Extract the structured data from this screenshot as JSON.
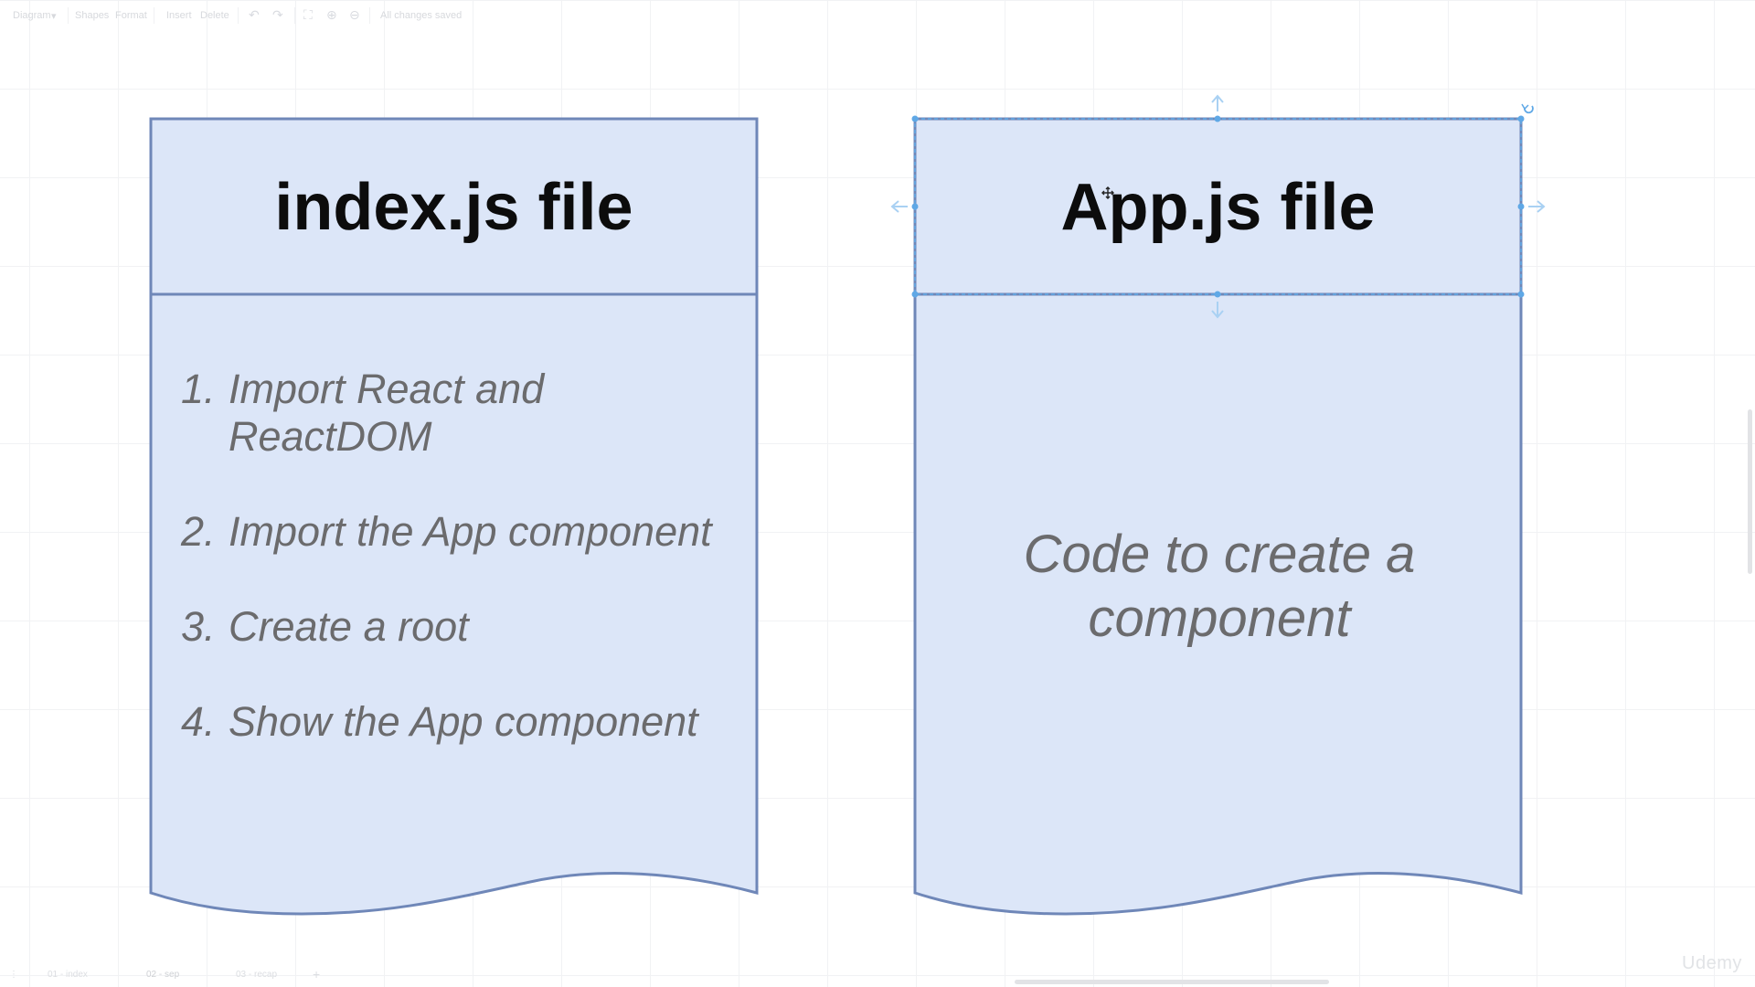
{
  "toolbar": {
    "diagram_menu": "Diagram",
    "shapes_tab": "Shapes",
    "format_tab": "Format",
    "insert": "Insert",
    "delete": "Delete",
    "status": "All changes saved"
  },
  "cards": {
    "index": {
      "title": "index.js file",
      "steps": [
        {
          "num": "1.",
          "text": "Import React and ReactDOM"
        },
        {
          "num": "2.",
          "text": "Import the App component"
        },
        {
          "num": "3.",
          "text": "Create a root"
        },
        {
          "num": "4.",
          "text": "Show the App component"
        }
      ]
    },
    "app": {
      "title": "App.js file",
      "body": "Code to create a component"
    }
  },
  "tabs": [
    "01 - index",
    "02 - sep",
    "03 - recap"
  ],
  "watermark": "Udemy",
  "colors": {
    "card_fill": "#dce6f8",
    "card_stroke": "#6f87b8",
    "selection": "#5fa8e6"
  }
}
